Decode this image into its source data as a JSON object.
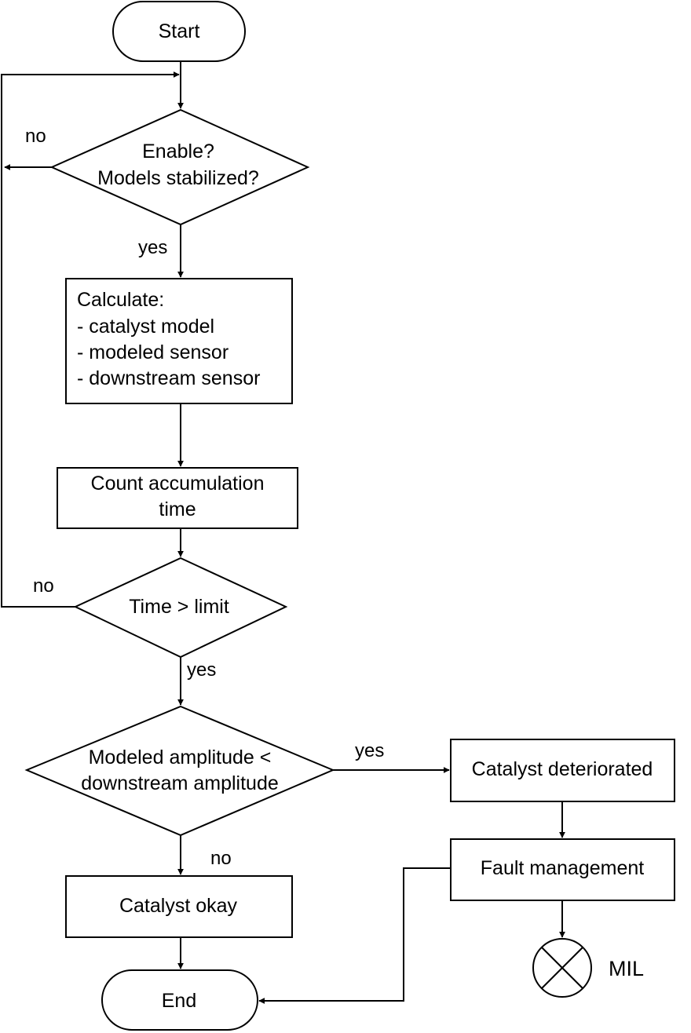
{
  "diagram": {
    "nodes": {
      "start": "Start",
      "decision_enable": [
        "Enable?",
        "Models stabilized?"
      ],
      "calculate": [
        "Calculate:",
        "- catalyst model",
        "- modeled sensor",
        "- downstream sensor"
      ],
      "count": [
        "Count accumulation",
        "time"
      ],
      "decision_time": "Time > limit",
      "decision_amplitude": [
        "Modeled amplitude <",
        "downstream amplitude"
      ],
      "deteriorated": "Catalyst deteriorated",
      "fault": "Fault management",
      "okay": "Catalyst okay",
      "end": "End",
      "mil": "MIL"
    },
    "edges": {
      "enable_no": "no",
      "enable_yes": "yes",
      "time_no": "no",
      "time_yes": "yes",
      "amplitude_yes": "yes",
      "amplitude_no": "no"
    }
  }
}
